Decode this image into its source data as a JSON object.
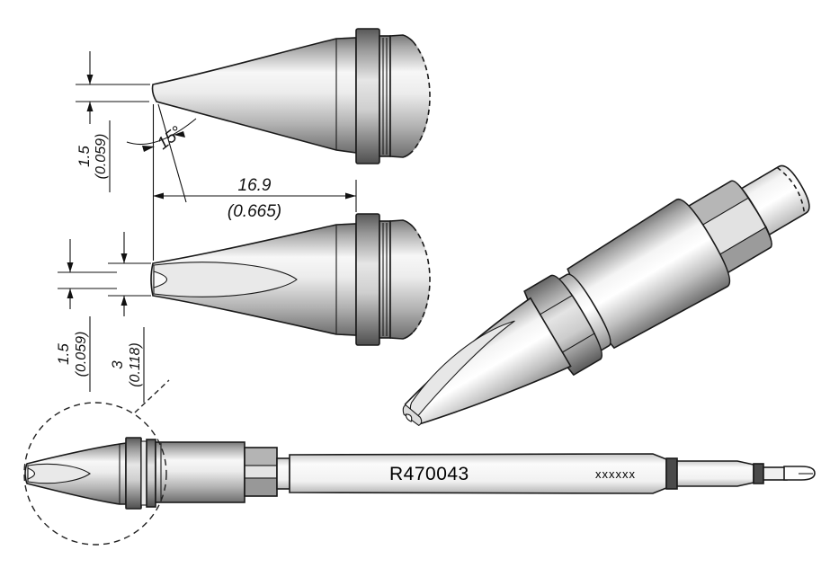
{
  "page": {
    "background": "#ffffff"
  },
  "drawing": {
    "side_view": {
      "tip_thickness_mm": "1.5",
      "tip_thickness_in": "(0.059)",
      "bevel_angle": "15°",
      "tip_length_mm": "16.9",
      "tip_length_in": "(0.665)"
    },
    "front_view": {
      "inner_width_mm": "1.5",
      "inner_width_in": "(0.059)",
      "outer_width_mm": "3",
      "outer_width_in": "(0.118)"
    },
    "cartridge_view": {
      "part_number": "R470043",
      "serial_marking": "xxxxxx"
    },
    "colors": {
      "outline": "#1a1a1a",
      "dimension": "#111111",
      "metal_highlight": "#f7f7f7",
      "metal_shadow": "#6e6e6e",
      "band_dark": "#4a4a4a",
      "flat_face": "#e9e9e9"
    }
  }
}
